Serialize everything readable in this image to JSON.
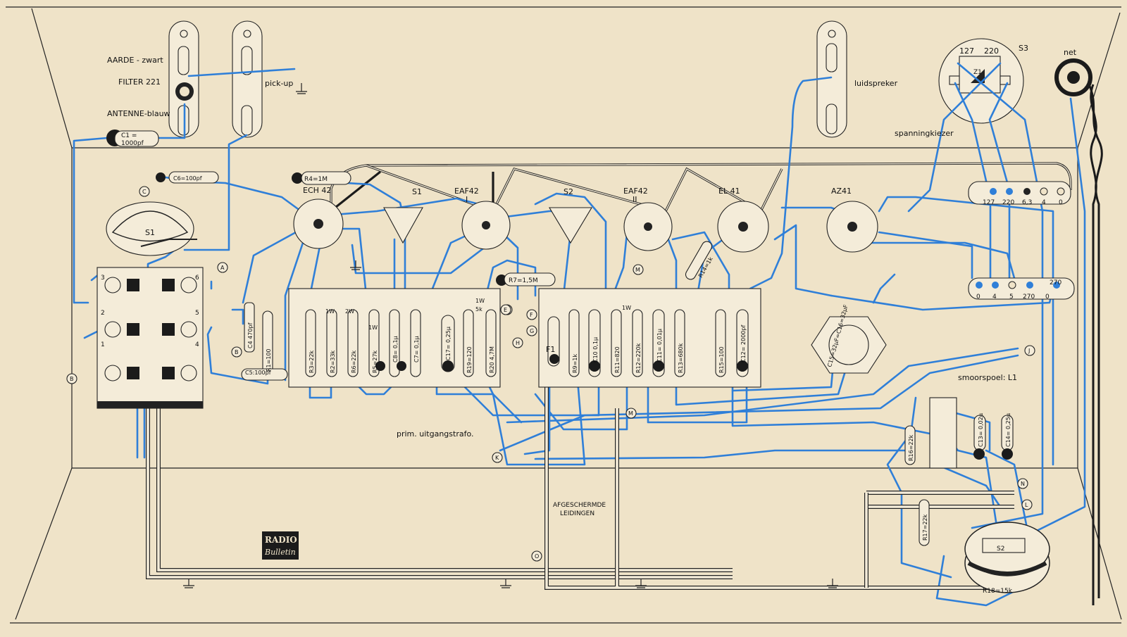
{
  "labels": {
    "aarde": "AARDE - zwart",
    "filter": "FILTER 221",
    "antenne": "ANTENNE-blauw",
    "pickup": "pick-up",
    "luidspreker": "luidspreker",
    "spanningkiezer": "spanningkiezer",
    "net": "net",
    "s3": "S3",
    "z1": "Z1",
    "v127": "127",
    "v220": "220",
    "s1": "S1",
    "prim": "prim. uitgangstrafo.",
    "afgeschermde1": "AFGESCHERMDE",
    "afgeschermde2": "LEIDINGEN",
    "smoorspoel": "smoorspoel: L1",
    "s2": "S2",
    "brand1": "RADIO",
    "brand2": "Bulletin"
  },
  "tubes": {
    "ech42": "ECH 42",
    "eaf42_1": "EAF42",
    "eaf42_1_sub": "I",
    "eaf42_2": "EAF42",
    "eaf42_2_sub": "II",
    "el41": "EL 41",
    "az41": "AZ41",
    "switch_s1": "S1",
    "switch_s2": "S2"
  },
  "components": {
    "c1a": "C1 =",
    "c1b": "1000pf",
    "c6": "C6=100pf",
    "r4": "R4=1M",
    "r7": "R7=1,5M",
    "c4": "C4 470pf",
    "c5": "C5:100pf",
    "r1": "R1=100",
    "r3": "R3=22k",
    "r2": "R2=33k",
    "r6": "R6=22k",
    "r5": "R5=27k",
    "c8": "C8= 0,1µ",
    "c7": "C7= 0,1µ",
    "c17": "C17= 0,25µ",
    "r19": "R19=120",
    "r20": "R20 4,7M",
    "f1": "F1",
    "r9": "R9=1k",
    "c10": "C10 0,1µ",
    "r11": "R11=820",
    "r12": "R12=220k",
    "c11": "C11= 0,01µ",
    "r13": "R13=680k",
    "r14": "R14=1k",
    "r15": "R15=100",
    "c12": "C12= 2000pf",
    "c15": "C15=32µF=C16=32µF",
    "r16": "R16=22k",
    "c13": "C13= 0,02µ",
    "c14": "C14= 0,25µ",
    "r17": "R17=22k",
    "r18": "R18=15k",
    "w1": "1W",
    "w2": "2W",
    "w3": "1W",
    "w4": "1W",
    "w5": "1W",
    "w6": "5k"
  },
  "terminals_top": [
    "127",
    "220",
    "6,3",
    "4",
    "0"
  ],
  "terminals_mid": [
    "0",
    "4",
    "5",
    "270",
    "0"
  ],
  "terminal_270": "270",
  "markers": [
    "A",
    "B",
    "B",
    "C",
    "D",
    "E",
    "F",
    "G",
    "H",
    "J",
    "K",
    "L",
    "M",
    "M",
    "N",
    "O"
  ],
  "board_numbers": [
    "3",
    "6",
    "2",
    "5",
    "1",
    "4"
  ],
  "colors": {
    "paper": "#efe3c8",
    "wire": "#2f7fd8",
    "ink": "#1b1b1b"
  }
}
